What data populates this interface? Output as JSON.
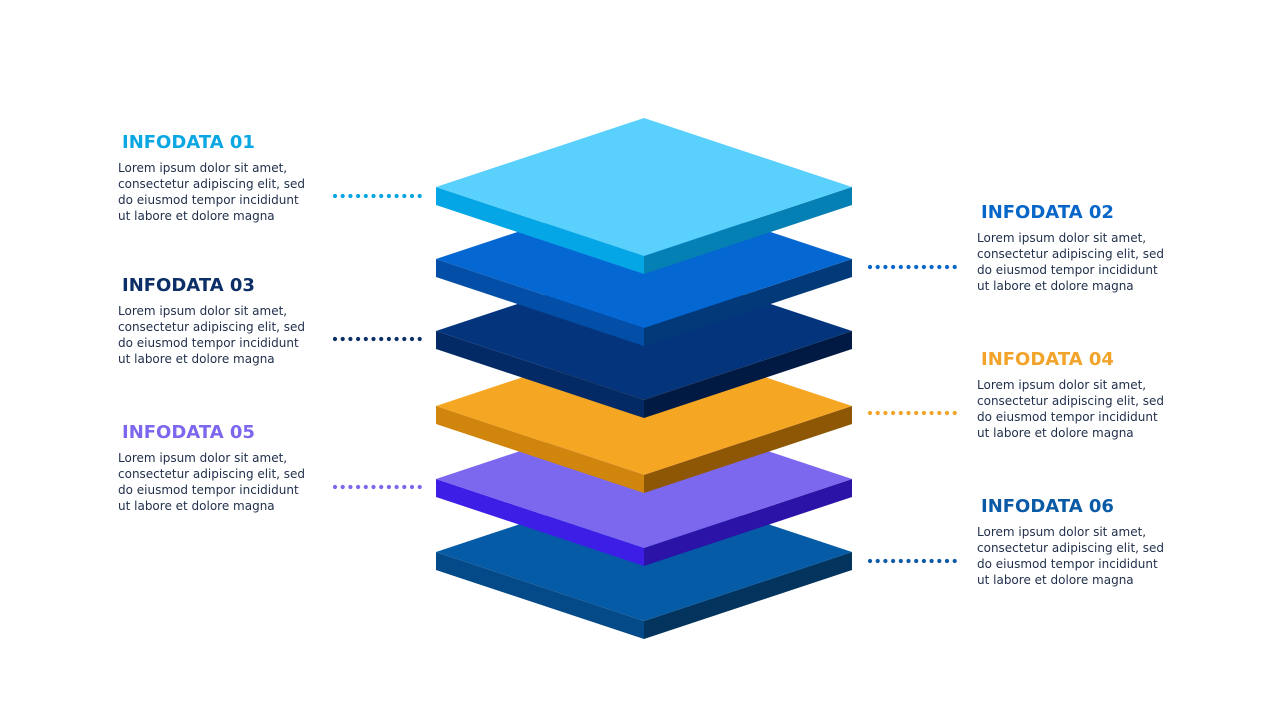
{
  "items": [
    {
      "title": "INFODATA  01",
      "body": "Lorem ipsum dolor sit amet,\nconsectetur adipiscing elit, sed\ndo eiusmod tempor incididunt\nut labore et dolore magna",
      "color": "#0ba7e3"
    },
    {
      "title": "INFODATA 02",
      "body": "Lorem ipsum dolor sit amet,\nconsectetur adipiscing elit, sed\ndo eiusmod tempor incididunt\nut labore et dolore magna",
      "color": "#0866c8"
    },
    {
      "title": "INFODATA 03",
      "body": "Lorem ipsum dolor sit amet,\nconsectetur adipiscing elit, sed\ndo eiusmod tempor incididunt\nut labore et dolore magna",
      "color": "#0b2f66"
    },
    {
      "title": "INFODATA  04",
      "body": "Lorem ipsum dolor sit amet,\nconsectetur adipiscing elit, sed\ndo eiusmod tempor incididunt\nut labore et dolore magna",
      "color": "#f2a32a"
    },
    {
      "title": "INFODATA 05",
      "body": "Lorem ipsum dolor sit amet,\nconsectetur adipiscing elit, sed\ndo eiusmod tempor incididunt\nut labore et dolore magna",
      "color": "#7b68ee"
    },
    {
      "title": "INFODATA 06",
      "body": "Lorem ipsum dolor sit amet,\nconsectetur adipiscing elit, sed\ndo eiusmod tempor incididunt\nut labore et dolore magna",
      "color": "#0a5aa6"
    }
  ],
  "layers": [
    {
      "top": "#5ad0fd",
      "left": "#04a6e6",
      "right": "#0480b4",
      "dots": "#0aa6e3"
    },
    {
      "top": "#0567d2",
      "left": "#034ea6",
      "right": "#023978",
      "dots": "#0866c8"
    },
    {
      "top": "#04347c",
      "left": "#032a64",
      "right": "#011a44",
      "dots": "#0b2f66"
    },
    {
      "top": "#f5a623",
      "left": "#d0850c",
      "right": "#8d5705",
      "dots": "#f2a32a"
    },
    {
      "top": "#7b68ee",
      "left": "#3c1ee6",
      "right": "#2a13a6",
      "dots": "#7b68ee"
    },
    {
      "top": "#055ba6",
      "left": "#044a88",
      "right": "#02345e",
      "dots": "#0a5aa6"
    }
  ]
}
